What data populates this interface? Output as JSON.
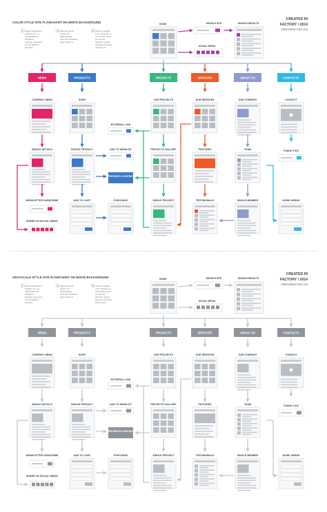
{
  "color_panel": {
    "title": "COLOR STYLE SITE FLOWCHART ON WHITE BACKGROUND",
    "credit_line1": "CREATED IN",
    "credit_line2": "FACTORY / 2014",
    "credit_url": "CREATEINFACTORY.COM",
    "notes": [
      {
        "num": "1",
        "text": [
          "Maecenas facilisis",
          "sodales sem, et",
          "malesuada elit",
          "fringilla et.",
          "Quisque sed purus",
          "vel nisl dapibus",
          "pharetra."
        ]
      },
      {
        "num": "2",
        "text": [
          "Magnae iaculis",
          "dictum orci",
          "Pellentesque",
          "nibh nisl. Phasellus",
          "eget magna et."
        ]
      },
      {
        "num": "3",
        "text": [
          "Fusce in feugiat",
          "enim. Quisque et",
          "elementum turpis",
          "Ut vel justo",
          "faucibus mauris.",
          "Quisque hendrerit",
          "sapien quis."
        ]
      }
    ],
    "home_label": "HOME",
    "search_results_label": "SEARCH RESULTS",
    "search_site_label": "SEARCH SITE",
    "social_media_label": "SOCIAL MEDIA",
    "categories": [
      {
        "label": "NEWS",
        "color": "#e2256a"
      },
      {
        "label": "PRODUCTS",
        "color": "#3c79c8"
      },
      {
        "label": "PROJECTS",
        "color": "#38b77e"
      },
      {
        "label": "SERVICES",
        "color": "#ee5a2a"
      },
      {
        "label": "ABOUT US",
        "color": "#8e9ad0"
      },
      {
        "label": "CONTACTS",
        "color": "#2fb9e6"
      }
    ],
    "pages": {
      "company_news": "COMPANY NEWS",
      "single_article": "SINGLE ARTICLE",
      "newsletter": "NEWSLETTER SUBSCRIBE",
      "share_social": "SHARE ON SOCIAL MEDIA",
      "shop": "SHOP",
      "single_product": "SINGLE PRODUCT",
      "add_to_cart": "ADD TO CART",
      "external_link": "EXTERNAL LINK",
      "add_to_wishlist": "ADD TO WISHLIST",
      "preview_lightbox": "PREVIEW IN LIGHTBOX",
      "purchase": "PURCHASE",
      "our_projects": "OUR PROJECTS",
      "projects_gallery": "PROJECTS GALLERY",
      "single_project": "SINGLE PROJECT",
      "our_services": "OUR SERVICES",
      "features": "FEATURES",
      "testimonials": "TESTIMONIALS",
      "our_company": "OUR COMPANY",
      "team": "TEAM",
      "single_member": "SINGLE MEMBER",
      "contact": "CONTACT",
      "thank_you": "THANK YOU!",
      "work_hiring": "WORK HIRING"
    }
  },
  "gray_panel": {
    "title": "GRAYSCALE STYLE SITE FLOWCHART ON WHITE BACKGROUND",
    "credit_line1": "CREATED IN",
    "credit_line2": "FACTORY / 2014",
    "credit_url": "CREATEINFACTORY.COM",
    "notes": [
      {
        "num": "1",
        "text": [
          "Maecenas facilisis",
          "sodales sem, et",
          "malesuada elit",
          "fringilla et.",
          "Quisque sed purus",
          "vel nisl dapibus",
          "pharetra."
        ]
      },
      {
        "num": "2",
        "text": [
          "Magnae iaculis",
          "dictum orci",
          "Pellentesque",
          "nibh nisl. Phasellus",
          "eget magna et."
        ]
      },
      {
        "num": "3",
        "text": [
          "Fusce in feugiat",
          "enim. Quisque et",
          "elementum turpis",
          "Ut vel justo",
          "faucibus mauris.",
          "Quisque hendrerit",
          "sapien quis."
        ]
      }
    ],
    "home_label": "HOME",
    "search_results_label": "SEARCH RESULTS",
    "search_site_label": "SEARCH SITE",
    "social_media_label": "SOCIAL MEDIA",
    "categories": [
      {
        "label": "NEWS",
        "color": "#8f949a"
      },
      {
        "label": "PRODUCTS",
        "color": "#8f949a"
      },
      {
        "label": "PROJECTS",
        "color": "#8f949a"
      },
      {
        "label": "SERVICES",
        "color": "#8f949a"
      },
      {
        "label": "ABOUT US",
        "color": "#8f949a"
      },
      {
        "label": "CONTACTS",
        "color": "#8f949a"
      }
    ],
    "pages": {
      "company_news": "COMPANY NEWS",
      "single_article": "SINGLE ARTICLE",
      "newsletter": "NEWSLETTER SUBSCRIBE",
      "share_social": "SHARE ON SOCIAL MEDIA",
      "shop": "SHOP",
      "single_product": "SINGLE PRODUCT",
      "add_to_cart": "ADD TO CART",
      "external_link": "EXTERNAL LINK",
      "add_to_wishlist": "ADD TO WISHLIST",
      "preview_lightbox": "PREVIEW IN LIGHTBOX",
      "purchase": "PURCHASE",
      "our_projects": "OUR PROJECTS",
      "projects_gallery": "PROJECTS GALLERY",
      "single_project": "SINGLE PROJECT",
      "our_services": "OUR SERVICES",
      "features": "FEATURES",
      "testimonials": "TESTIMONIALS",
      "our_company": "OUR COMPANY",
      "team": "TEAM",
      "single_member": "SINGLE MEMBER",
      "contact": "CONTACT",
      "thank_you": "THANK YOU!",
      "work_hiring": "WORK HIRING"
    }
  },
  "palette": {
    "page_bg": "#ffffff",
    "wire_fill": "#f7f8f9",
    "wire_border": "#cfd3d8",
    "wire_block": "#b9bec5",
    "wire_line": "#c7cbd1",
    "text_dark": "#3a3f47",
    "gray_accent": "#8f949a",
    "gray_arrow": "#c3c7cc",
    "color_arrow_purple": "#a63fa0"
  }
}
